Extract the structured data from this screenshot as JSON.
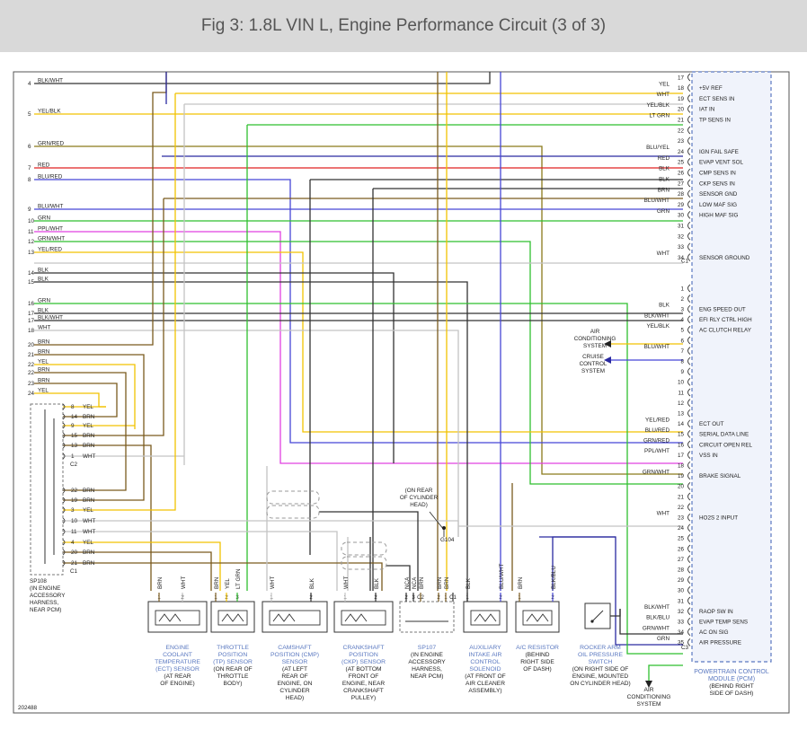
{
  "title": "Fig 3: 1.8L VIN L, Engine Performance Circuit (3 of 3)",
  "figure_id": "202488",
  "colors": {
    "black": "#333333",
    "brown": "#7a5a1e",
    "yellow": "#f2c200",
    "green": "#2fbf2f",
    "blue": "#4646d6",
    "red": "#e02020",
    "pink": "#e040e0",
    "white": "#c4c4c4",
    "olive": "#8a7a1a",
    "navy": "#2a2aa0",
    "pcm_blue": "#5a78c0",
    "pcm_fill": "#f0f3fb"
  },
  "left_terminals": [
    {
      "n": "4",
      "c": "BLK/WHT"
    },
    {
      "n": "5",
      "c": "YEL/BLK"
    },
    {
      "n": "6",
      "c": "GRN/RED"
    },
    {
      "n": "7",
      "c": "RED"
    },
    {
      "n": "8",
      "c": "BLU/RED"
    },
    {
      "n": "9",
      "c": "BLU/WHT"
    },
    {
      "n": "10",
      "c": "GRN"
    },
    {
      "n": "11",
      "c": "PPL/WHT"
    },
    {
      "n": "12",
      "c": "GRN/WHT"
    },
    {
      "n": "13",
      "c": "YEL/RED"
    },
    {
      "n": "14",
      "c": "BLK"
    },
    {
      "n": "15",
      "c": "BLK"
    },
    {
      "n": "16",
      "c": "GRN"
    },
    {
      "n": "17",
      "c": "BLK"
    },
    {
      "n": "17",
      "c": "BLK/WHT"
    },
    {
      "n": "18",
      "c": "WHT"
    },
    {
      "n": "20",
      "c": "BRN"
    },
    {
      "n": "21",
      "c": "BRN"
    },
    {
      "n": "22",
      "c": "YEL"
    },
    {
      "n": "22",
      "c": "BRN"
    },
    {
      "n": "23",
      "c": "BRN"
    },
    {
      "n": "24",
      "c": "YEL"
    }
  ],
  "splice_sp108": {
    "pins": [
      {
        "n": "8",
        "c": "YEL"
      },
      {
        "n": "14",
        "c": "BRN"
      },
      {
        "n": "9",
        "c": "YEL"
      },
      {
        "n": "15",
        "c": "BRN"
      },
      {
        "n": "13",
        "c": "BRN"
      },
      {
        "n": "1",
        "c": "WHT"
      },
      {
        "n": "22",
        "c": "BRN"
      },
      {
        "n": "19",
        "c": "BRN"
      },
      {
        "n": "3",
        "c": "YEL"
      },
      {
        "n": "10",
        "c": "WHT"
      },
      {
        "n": "11",
        "c": "WHT"
      },
      {
        "n": "4",
        "c": "YEL"
      },
      {
        "n": "20",
        "c": "BRN"
      },
      {
        "n": "21",
        "c": "BRN"
      }
    ],
    "conn_c2": "C2",
    "conn_c1": "C1",
    "label": [
      "SP108",
      "(IN ENGINE",
      "ACCESSORY",
      "HARNESS,",
      "NEAR PCM)"
    ]
  },
  "pcm_pins_top": [
    {
      "n": "17",
      "c": "",
      "f": ""
    },
    {
      "n": "18",
      "c": "YEL",
      "f": "+5V REF"
    },
    {
      "n": "19",
      "c": "WHT",
      "f": "ECT SENS IN"
    },
    {
      "n": "20",
      "c": "YEL/BLK",
      "f": "IAT IN"
    },
    {
      "n": "21",
      "c": "LT GRN",
      "f": "TP SENS IN"
    },
    {
      "n": "22",
      "c": "",
      "f": ""
    },
    {
      "n": "23",
      "c": "",
      "f": ""
    },
    {
      "n": "24",
      "c": "BLU/YEL",
      "f": "IGN FAIL SAFE"
    },
    {
      "n": "25",
      "c": "RED",
      "f": "EVAP VENT SOL"
    },
    {
      "n": "26",
      "c": "BLK",
      "f": "CMP SENS IN"
    },
    {
      "n": "27",
      "c": "BLK",
      "f": "CKP SENS IN"
    },
    {
      "n": "28",
      "c": "BRN",
      "f": "SENSOR GND"
    },
    {
      "n": "29",
      "c": "BLU/WHT",
      "f": "LOW MAF SIG"
    },
    {
      "n": "30",
      "c": "GRN",
      "f": "HIGH MAF SIG"
    },
    {
      "n": "31",
      "c": "",
      "f": ""
    },
    {
      "n": "32",
      "c": "",
      "f": ""
    },
    {
      "n": "33",
      "c": "",
      "f": ""
    },
    {
      "n": "34",
      "c": "WHT",
      "f": "SENSOR GROUND"
    }
  ],
  "pcm_c1": "C1",
  "pcm_pins_mid": [
    {
      "n": "1",
      "c": "",
      "f": ""
    },
    {
      "n": "2",
      "c": "",
      "f": ""
    },
    {
      "n": "3",
      "c": "BLK",
      "f": "ENG SPEED OUT"
    },
    {
      "n": "4",
      "c": "BLK/WHT",
      "f": "EFI RLY CTRL HIGH"
    },
    {
      "n": "5",
      "c": "YEL/BLK",
      "f": "AC CLUTCH RELAY"
    },
    {
      "n": "6",
      "c": "",
      "f": ""
    },
    {
      "n": "7",
      "c": "BLU/WHT",
      "f": ""
    },
    {
      "n": "8",
      "c": "",
      "f": ""
    },
    {
      "n": "9",
      "c": "",
      "f": ""
    },
    {
      "n": "10",
      "c": "",
      "f": ""
    },
    {
      "n": "11",
      "c": "",
      "f": ""
    },
    {
      "n": "12",
      "c": "",
      "f": ""
    },
    {
      "n": "13",
      "c": "",
      "f": ""
    },
    {
      "n": "14",
      "c": "YEL/RED",
      "f": "ECT OUT"
    },
    {
      "n": "15",
      "c": "BLU/RED",
      "f": "SERIAL DATA LINE"
    },
    {
      "n": "16",
      "c": "GRN/RED",
      "f": "CIRCUIT OPEN REL"
    },
    {
      "n": "17",
      "c": "PPL/WHT",
      "f": "VSS IN"
    },
    {
      "n": "18",
      "c": "",
      "f": ""
    },
    {
      "n": "19",
      "c": "GRN/WHT",
      "f": "BRAKE SIGNAL"
    },
    {
      "n": "20",
      "c": "",
      "f": ""
    },
    {
      "n": "21",
      "c": "",
      "f": ""
    },
    {
      "n": "22",
      "c": "",
      "f": ""
    },
    {
      "n": "23",
      "c": "WHT",
      "f": "HO2S 2 INPUT"
    },
    {
      "n": "24",
      "c": "",
      "f": ""
    },
    {
      "n": "25",
      "c": "",
      "f": ""
    },
    {
      "n": "26",
      "c": "",
      "f": ""
    },
    {
      "n": "27",
      "c": "",
      "f": ""
    },
    {
      "n": "28",
      "c": "",
      "f": ""
    },
    {
      "n": "29",
      "c": "",
      "f": ""
    },
    {
      "n": "30",
      "c": "",
      "f": ""
    },
    {
      "n": "31",
      "c": "",
      "f": ""
    },
    {
      "n": "32",
      "c": "BLK/WHT",
      "f": "RAOP SW IN"
    },
    {
      "n": "33",
      "c": "BLK/BLU",
      "f": "EVAP TEMP SENS"
    },
    {
      "n": "34",
      "c": "GRN/WHT",
      "f": "AC ON SIG"
    },
    {
      "n": "35",
      "c": "GRN",
      "f": "AIR PRESSURE"
    }
  ],
  "pcm_c3": "C3",
  "pcm_label": [
    "POWERTRAIN CONTROL",
    "MODULE (PCM)"
  ],
  "pcm_location": [
    "(BEHIND RIGHT",
    "SIDE OF DASH)"
  ],
  "ac_system_label": [
    "AIR",
    "CONDITIONING",
    "SYSTEM"
  ],
  "cruise_label": [
    "CRUISE",
    "CONTROL",
    "SYSTEM"
  ],
  "ac_system_bottom_label": [
    "AIR",
    "CONDITIONING",
    "SYSTEM"
  ],
  "g104": {
    "name": "G104",
    "note": [
      "(ON REAR",
      "OF CYLINDER",
      "HEAD)"
    ]
  },
  "components": [
    {
      "pins": [
        {
          "n": "1",
          "c": "BRN"
        },
        {
          "n": "2",
          "c": "WHT"
        }
      ],
      "name": [
        "ENGINE",
        "COOLANT",
        "TEMPERATURE",
        "(ECT) SENSOR"
      ],
      "loc": [
        "(AT REAR",
        "OF ENGINE)"
      ]
    },
    {
      "pins": [
        {
          "n": "1",
          "c": "BRN"
        },
        {
          "n": "2",
          "c": "YEL"
        },
        {
          "n": "3",
          "c": "LT GRN"
        }
      ],
      "name": [
        "THROTTLE",
        "POSITION",
        "(TP) SENSOR"
      ],
      "loc": [
        "(ON REAR OF",
        "THROTTLE",
        "BODY)"
      ]
    },
    {
      "pins": [
        {
          "n": "1",
          "c": "WHT"
        },
        {
          "n": "2",
          "c": "BLK"
        }
      ],
      "name": [
        "CAMSHAFT",
        "POSITION (CMP)",
        "SENSOR"
      ],
      "loc": [
        "(AT LEFT",
        "REAR OF",
        "ENGINE, ON",
        "CYLINDER",
        "HEAD)"
      ]
    },
    {
      "pins": [
        {
          "n": "1",
          "c": "WHT"
        },
        {
          "n": "2",
          "c": "BLK"
        }
      ],
      "name": [
        "CRANKSHAFT",
        "POSITION",
        "(CKP) SENSOR"
      ],
      "loc": [
        "(AT BOTTOM",
        "FRONT OF",
        "ENGINE, NEAR",
        "CRANKSHAFT",
        "PULLEY)"
      ]
    },
    {
      "pins": [
        {
          "n": "2",
          "c": "NCA"
        },
        {
          "n": "3",
          "c": "NCA"
        },
        {
          "n": "C2",
          "c": "BRN"
        },
        {
          "n": "2",
          "c": "BRN"
        },
        {
          "n": "1",
          "c": "BRN"
        },
        {
          "n": "C1",
          "c": ""
        }
      ],
      "name": [
        "SP107"
      ],
      "loc": [
        "(IN ENGINE",
        "ACCESSORY",
        "HARNESS,",
        "NEAR PCM)"
      ]
    },
    {
      "pins": [
        {
          "n": "1",
          "c": "BLK"
        },
        {
          "n": "2",
          "c": "BLU/WHT"
        }
      ],
      "name": [
        "AUXILIARY",
        "INTAKE AIR",
        "CONTROL",
        "SOLENOID"
      ],
      "loc": [
        "(AT FRONT OF",
        "AIR CLEANER",
        "ASSEMBLY)"
      ]
    },
    {
      "pins": [
        {
          "n": "1",
          "c": "BRN"
        },
        {
          "n": "2",
          "c": "BLK/BLU"
        }
      ],
      "name": [
        "A/C RESISTOR"
      ],
      "loc": [
        "(BEHIND",
        "RIGHT SIDE",
        "OF DASH)"
      ]
    },
    {
      "pins": [],
      "name": [
        "ROCKER ARM",
        "OIL PRESSURE",
        "SWITCH"
      ],
      "loc": [
        "(ON RIGHT SIDE OF",
        "ENGINE, MOUNTED",
        "ON CYLINDER HEAD)"
      ]
    }
  ]
}
